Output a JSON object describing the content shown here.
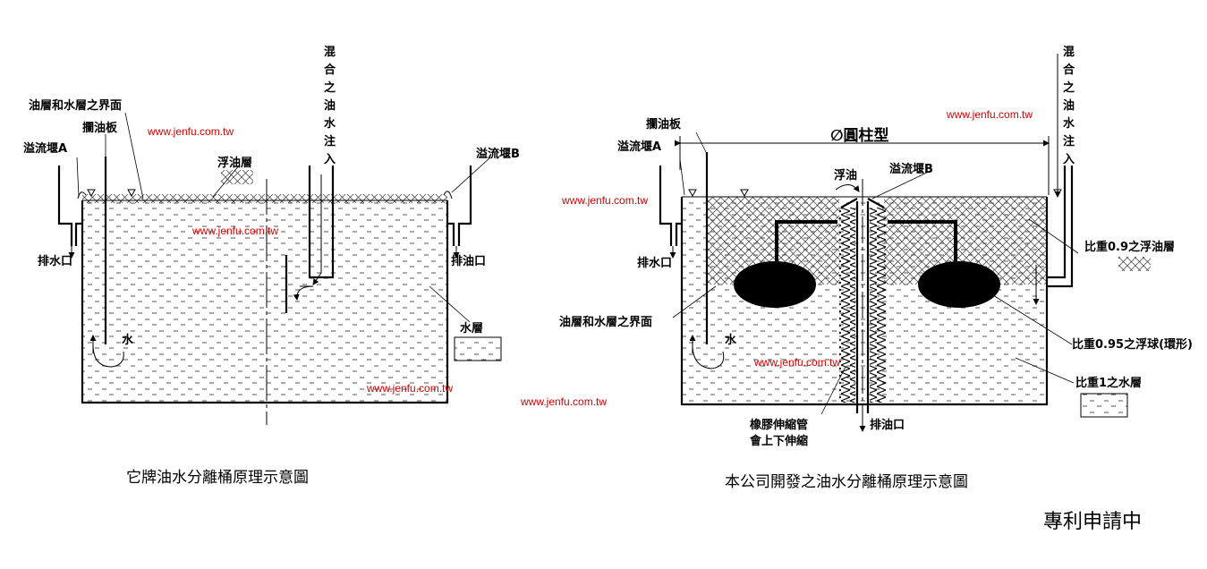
{
  "watermarks": {
    "w1": "www.jenfu.com.tw",
    "w2": "www.jenfu.com.tw",
    "w3": "www.jenfu.com.tw",
    "w4": "www.jenfu.com.tw",
    "w5": "www.jenfu.com.tw",
    "w6": "www.jenfu.com.tw",
    "w7": "www.jenfu.com.tw",
    "color": "#d40000"
  },
  "left_diagram": {
    "interface_label": "油層和水層之界面",
    "baffle_label": "攔油板",
    "weir_a_label": "溢流堰A",
    "weir_b_label": "溢流堰B",
    "float_oil_label": "浮油層",
    "inlet_label_chars": [
      "混",
      "合",
      "之",
      "油",
      "水",
      "注",
      "入"
    ],
    "drain_water_label": "排水口",
    "drain_oil_label": "排油口",
    "water_label": "水",
    "water_layer_label": "水層",
    "caption": "它牌油水分離桶原理示意圖"
  },
  "right_diagram": {
    "baffle_label": "攔油板",
    "weir_a_label": "溢流堰A",
    "weir_b_label": "溢流堰B",
    "cylinder_label": "∅圓柱型",
    "float_oil_label": "浮油",
    "inlet_label_chars": [
      "混",
      "合",
      "之",
      "油",
      "水",
      "注",
      "入"
    ],
    "drain_water_label": "排水口",
    "drain_oil_label": "排油口",
    "water_label": "水",
    "interface_label": "油層和水層之界面",
    "oil_layer_label": "比重0.9之浮油層",
    "float_ball_label": "比重0.95之浮球(環形)",
    "water_layer_label": "比重1之水層",
    "bellows_label_1": "橡膠伸縮管",
    "bellows_label_2": "會上下伸縮",
    "caption": "本公司開發之油水分離桶原理示意圖"
  },
  "patent_text": "專利申請中"
}
